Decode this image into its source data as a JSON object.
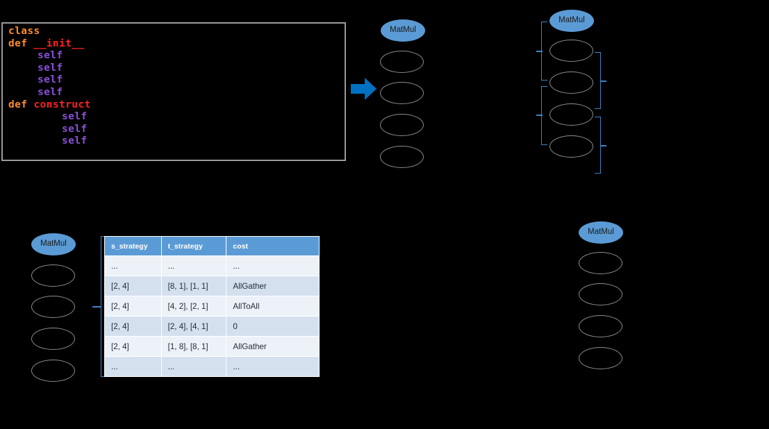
{
  "code_block": {
    "name": "python-source-snippet",
    "lines": [
      {
        "indent": 0,
        "tokens": [
          {
            "text": "class",
            "kind": "keyword"
          }
        ]
      },
      {
        "indent": 0,
        "tokens": [
          {
            "text": "def ",
            "kind": "keyword"
          },
          {
            "text": "__init__",
            "kind": "function"
          }
        ]
      },
      {
        "indent": 1,
        "tokens": [
          {
            "text": "self",
            "kind": "self"
          }
        ]
      },
      {
        "indent": 1,
        "tokens": [
          {
            "text": "self",
            "kind": "self"
          }
        ]
      },
      {
        "indent": 1,
        "tokens": [
          {
            "text": "self",
            "kind": "self"
          }
        ]
      },
      {
        "indent": 1,
        "tokens": [
          {
            "text": "self",
            "kind": "self"
          }
        ]
      },
      {
        "indent": 0,
        "tokens": [
          {
            "text": "def ",
            "kind": "keyword"
          },
          {
            "text": "construct",
            "kind": "function"
          }
        ]
      },
      {
        "indent": 2,
        "tokens": [
          {
            "text": "self",
            "kind": "self"
          }
        ]
      },
      {
        "indent": 2,
        "tokens": [
          {
            "text": "self",
            "kind": "self"
          }
        ]
      },
      {
        "indent": 2,
        "tokens": [
          {
            "text": "self",
            "kind": "self"
          }
        ]
      }
    ],
    "colors": {
      "keyword": "#ff8b2b",
      "function": "#ff2020",
      "self": "#8a4fd8",
      "background": "#000000",
      "border": "#9b9b9b"
    }
  },
  "arrow": {
    "label": "transform-arrow",
    "direction": "right",
    "color": "#0070C0"
  },
  "graphs": {
    "top_left": {
      "title": "MatMul",
      "node_count": 5
    },
    "top_right": {
      "title": "MatMul",
      "node_count": 5
    },
    "bottom_left": {
      "title": "MatMul",
      "node_count": 5
    },
    "bottom_right": {
      "title": "MatMul",
      "node_count": 5
    }
  },
  "colors": {
    "node_fill": "#5b9bd5",
    "node_outline": "#8d8d8d",
    "bracket": "#3d85c8",
    "table_header": "#5b9bd5",
    "table_row_odd": "#edf2f9",
    "table_row_even": "#d5e0ef"
  },
  "cost_table": {
    "name": "strategy-cost-table",
    "headers": [
      "s_strategy",
      "t_strategy",
      "cost"
    ],
    "rows": [
      [
        "...",
        "...",
        "..."
      ],
      [
        "[2, 4]",
        "[8, 1], [1, 1]",
        "AllGather"
      ],
      [
        "[2, 4]",
        "[4, 2], [2, 1]",
        "AllToAll"
      ],
      [
        "[2, 4]",
        "[2, 4], [4, 1]",
        "0"
      ],
      [
        "[2, 4]",
        "[1, 8], [8, 1]",
        "AllGather"
      ],
      [
        "...",
        "...",
        "..."
      ]
    ]
  }
}
